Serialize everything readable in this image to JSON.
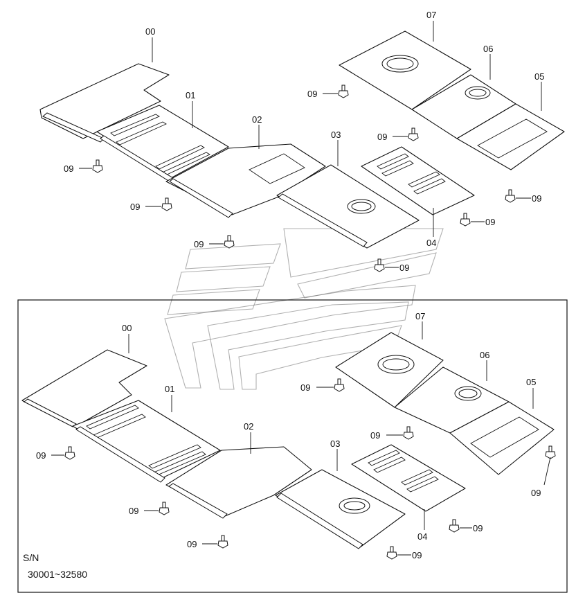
{
  "labels": {
    "p00": "00",
    "p01": "01",
    "p02": "02",
    "p03": "03",
    "p04": "04",
    "p05": "05",
    "p06": "06",
    "p07": "07",
    "p09": "09"
  },
  "serial": {
    "prefix": "S/N",
    "range": "30001~32580"
  },
  "colors": {
    "line": "#111111",
    "watermark": "#6f6f6f",
    "background": "#ffffff"
  },
  "icons": [
    "bolt-icon",
    "watermark-logo"
  ]
}
